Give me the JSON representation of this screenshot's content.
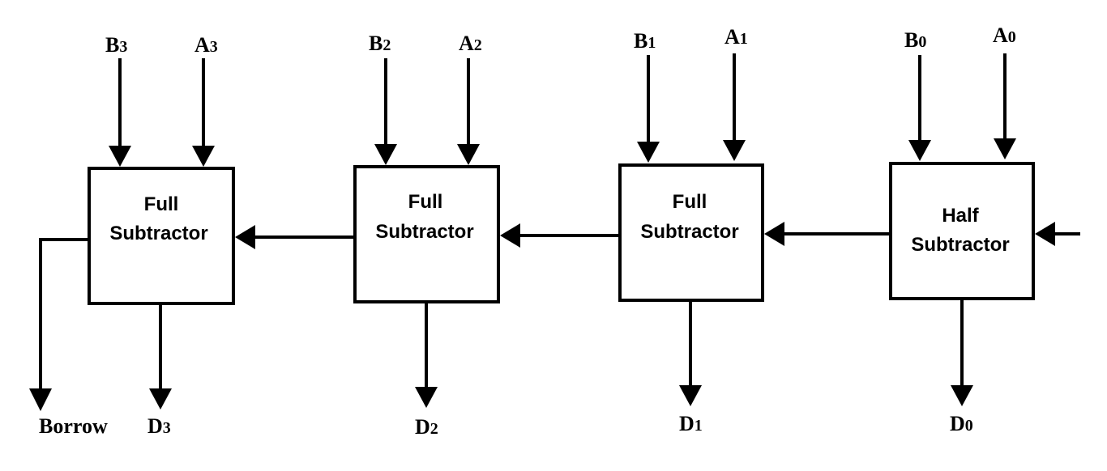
{
  "blocks": [
    {
      "line1": "Full",
      "line2": "Subtractor",
      "input_b": {
        "base": "B",
        "sub": "3"
      },
      "input_a": {
        "base": "A",
        "sub": "3"
      },
      "output": {
        "base": "D",
        "sub": "3"
      }
    },
    {
      "line1": "Full",
      "line2": "Subtractor",
      "input_b": {
        "base": "B",
        "sub": "2"
      },
      "input_a": {
        "base": "A",
        "sub": "2"
      },
      "output": {
        "base": "D",
        "sub": "2"
      }
    },
    {
      "line1": "Full",
      "line2": "Subtractor",
      "input_b": {
        "base": "B",
        "sub": "1"
      },
      "input_a": {
        "base": "A",
        "sub": "1"
      },
      "output": {
        "base": "D",
        "sub": "1"
      }
    },
    {
      "line1": "Half",
      "line2": "Subtractor",
      "input_b": {
        "base": "B",
        "sub": "0"
      },
      "input_a": {
        "base": "A",
        "sub": "0"
      },
      "output": {
        "base": "D",
        "sub": "0"
      }
    }
  ],
  "borrow_label": "Borrow"
}
